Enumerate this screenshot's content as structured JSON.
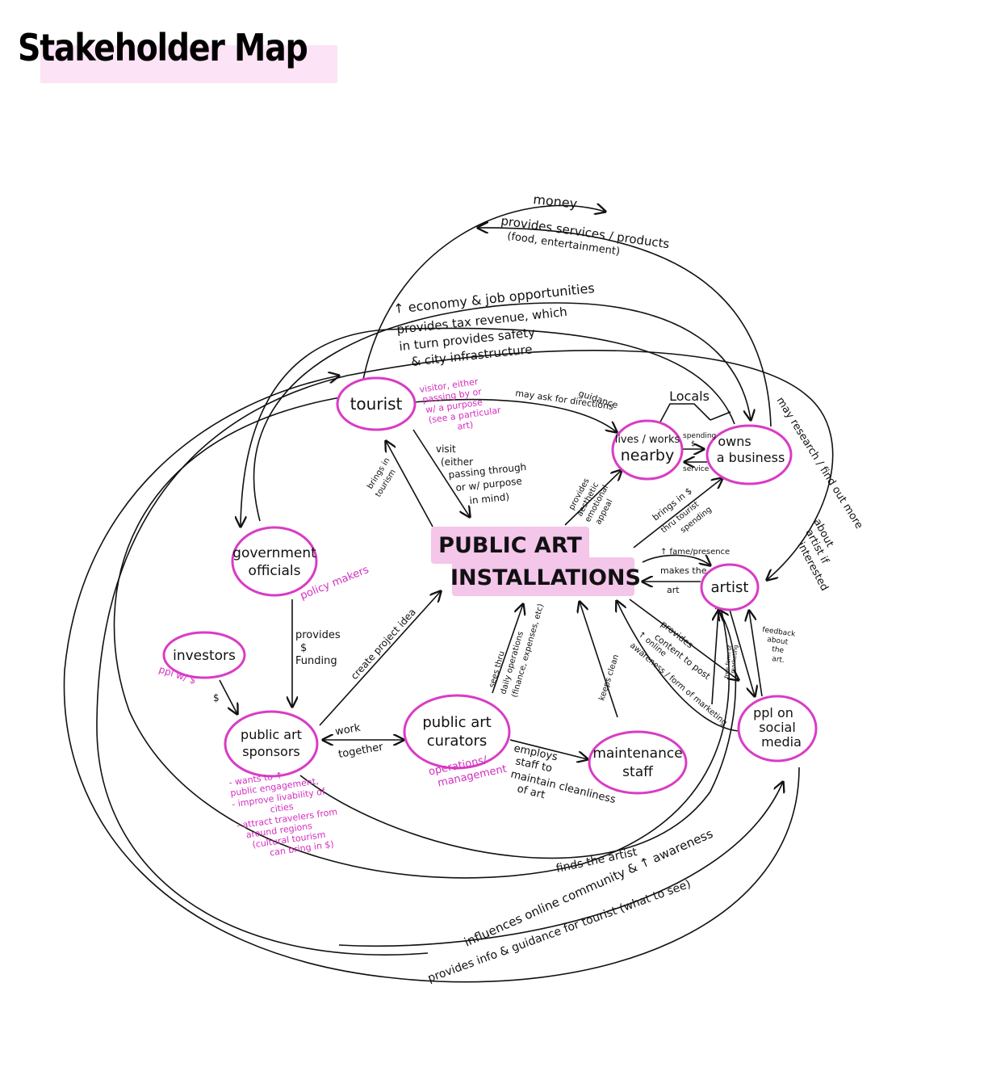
{
  "title": "Stakeholder Map",
  "colors": {
    "node_outline": "#d93cc4",
    "note_text": "#d42ec0",
    "title_highlight": "#fde3f6",
    "center_highlight": "#f3c6ea"
  },
  "center": {
    "line1": "PUBLIC ART",
    "line2": "INSTALLATIONS"
  },
  "nodes": {
    "tourist": "tourist",
    "nearby": [
      "lives / works",
      "nearby"
    ],
    "business": [
      "owns",
      "a business"
    ],
    "government": [
      "government",
      "officials"
    ],
    "investors": "investors",
    "sponsors": [
      "public art",
      "sponsors"
    ],
    "curators": [
      "public art",
      "curators"
    ],
    "maintenance": [
      "maintenance",
      "staff"
    ],
    "artist": "artist",
    "social": [
      "ppl on",
      "social",
      "media"
    ]
  },
  "group_labels": {
    "locals": "Locals"
  },
  "notes": {
    "tourist": [
      "visitor, either",
      "passing by or",
      "w/ a purpose",
      "(see a particular",
      "art)"
    ],
    "government": "policy makers",
    "investors": "ppl w/ $",
    "curators": [
      "operations/",
      "management"
    ],
    "sponsors": [
      "- wants to ↑",
      "public engagement,",
      "- improve livability of",
      "cities",
      "- attract travelers from",
      "around regions",
      "(cultural tourism",
      "can bring in $)"
    ]
  },
  "edge_labels": {
    "money": "money",
    "services": [
      "provides services / products",
      "(food, entertainment)"
    ],
    "economy": "↑ economy & job opportunities",
    "tax": [
      "provides tax revenue, which",
      "in turn provides safety",
      "& city infrastructure"
    ],
    "guidance": [
      "may ask for directions",
      "guidance"
    ],
    "visit": [
      "visit",
      "(either",
      "passing through",
      "or w/ purpose",
      "in mind)"
    ],
    "brings_tourism": [
      "brings in",
      "tourism"
    ],
    "spending": [
      "spending",
      "$"
    ],
    "service": "service",
    "aesthetic": [
      "provides",
      "aesthetic",
      "emotional",
      "appeal"
    ],
    "brings_money": [
      "brings in $",
      "thru tourist",
      "spending"
    ],
    "fame": "↑ fame/presence",
    "makes_art": [
      "makes the",
      "art"
    ],
    "may_research": [
      "may research / find out more",
      "about",
      "artist if",
      "interested"
    ],
    "funding": [
      "provides",
      "$",
      "Funding"
    ],
    "investor_money": "$",
    "project_idea": "create project idea",
    "sees_thru": [
      "sees thru",
      "daily operations",
      "(finance, expenses, etc)"
    ],
    "keeps_clean": "keeps clean",
    "content": [
      "provides",
      "content to post"
    ],
    "awareness": [
      "↑ online",
      "awareness / form of marketing"
    ],
    "free_marketing": [
      "free form of",
      "marketing"
    ],
    "feedback": [
      "feedback",
      "about",
      "the",
      "art."
    ],
    "work_together": [
      "work",
      "together"
    ],
    "employs": [
      "employs",
      "staff to",
      "maintain cleanliness",
      "of art"
    ],
    "finds_artist": "finds the artist",
    "influences": "influences online community & ↑ awareness",
    "provides_info": "provides info & guidance for tourist (what to see)"
  }
}
